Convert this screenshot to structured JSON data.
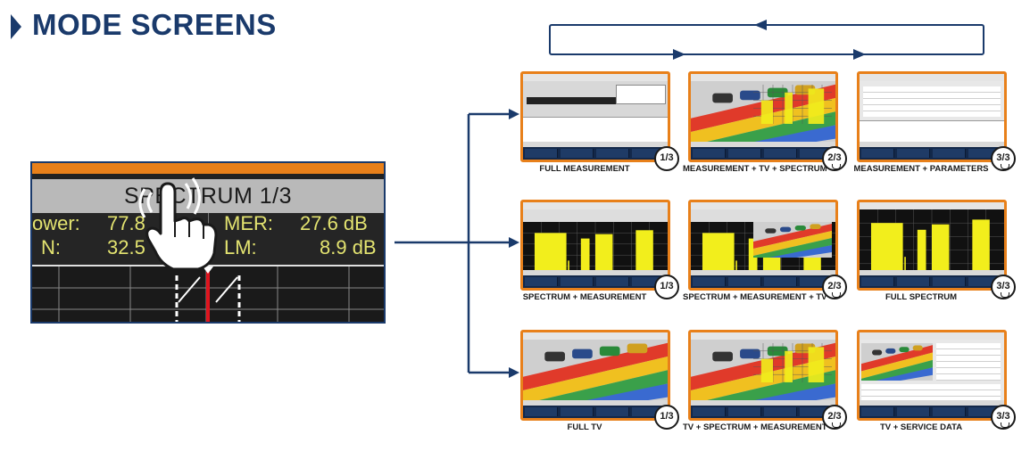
{
  "header": {
    "title": "MODE SCREENS"
  },
  "big_panel": {
    "title": "SPECTRUM 1/3",
    "row1_left_label": "ower:",
    "row1_left_value": "77.8",
    "row2_left_label": "N:",
    "row2_left_value": "32.5",
    "row1_right_label": "MER:",
    "row1_right_value": "27.6 dB",
    "row2_right_label": "LM:",
    "row2_right_value": "8.9 dB"
  },
  "thumbnails": [
    {
      "caption": "FULL MEASUREMENT",
      "badge": "1/3"
    },
    {
      "caption": "MEASUREMENT + TV + SPECTRUM",
      "badge": "2/3"
    },
    {
      "caption": "MEASUREMENT + PARAMETERS",
      "badge": "3/3"
    },
    {
      "caption": "SPECTRUM + MEASUREMENT",
      "badge": "1/3"
    },
    {
      "caption": "SPECTRUM + MEASUREMENT + TV",
      "badge": "2/3"
    },
    {
      "caption": "FULL SPECTRUM",
      "badge": "3/3"
    },
    {
      "caption": "FULL TV",
      "badge": "1/3"
    },
    {
      "caption": "TV + SPECTRUM + MEASUREMENT",
      "badge": "2/3"
    },
    {
      "caption": "TV + SERVICE DATA",
      "badge": "3/3"
    }
  ],
  "colors": {
    "brand_blue": "#1a3a6b",
    "accent_orange": "#e8801a",
    "measure_text": "#e3e370",
    "spectrum_yellow": "#f2ee1c"
  }
}
